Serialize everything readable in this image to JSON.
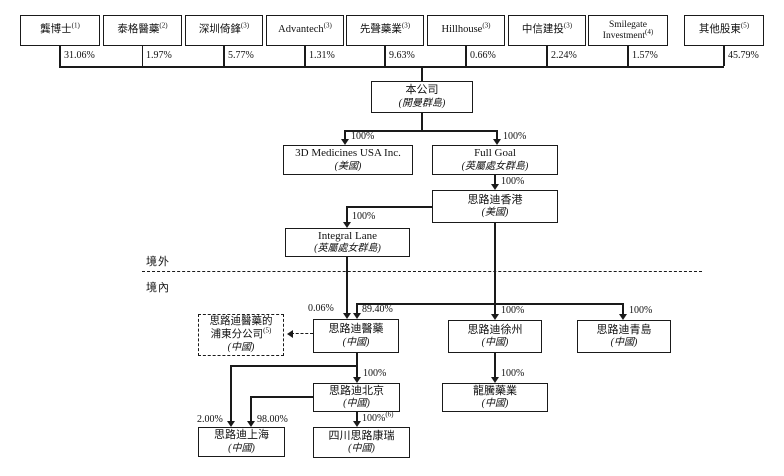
{
  "shareholders": [
    {
      "name": "龔博士",
      "sup": "(1)",
      "pct": "31.06%"
    },
    {
      "name": "泰格醫藥",
      "sup": "(2)",
      "pct": "1.97%"
    },
    {
      "name": "深圳倚鋒",
      "sup": "(3)",
      "pct": "5.77%"
    },
    {
      "name": "Advantech",
      "sup": "(3)",
      "pct": "1.31%"
    },
    {
      "name": "先聲藥業",
      "sup": "(3)",
      "pct": "9.63%"
    },
    {
      "name": "Hillhouse",
      "sup": "(3)",
      "pct": "0.66%"
    },
    {
      "name": "中信建投",
      "sup": "(3)",
      "pct": "2.24%"
    },
    {
      "name": "Smilegate Investment",
      "sup": "(4)",
      "pct": "1.57%"
    },
    {
      "name": "其他股東",
      "sup": "(5)",
      "pct": "45.79%"
    }
  ],
  "companies": {
    "parent": {
      "name": "本公司",
      "place": "(開曼群島)"
    },
    "usa": {
      "name": "3D Medicines USA Inc.",
      "place": "(美國)"
    },
    "fullgoal": {
      "name": "Full Goal",
      "place": "(英屬處女群島)"
    },
    "hongkong": {
      "name": "思路迪香港",
      "place": "(美國)"
    },
    "integral": {
      "name": "Integral Lane",
      "place": "(英屬處女群島)"
    },
    "pudong": {
      "line1": "思路迪醫藥的",
      "line2": "浦東分公司",
      "sup": "(5)",
      "place": "(中國)"
    },
    "medicines": {
      "name": "思路迪醫藥",
      "place": "(中國)"
    },
    "xuzhou": {
      "name": "思路迪徐州",
      "place": "(中國)"
    },
    "qingdao": {
      "name": "思路迪青島",
      "place": "(中國)"
    },
    "beijing": {
      "name": "思路迪北京",
      "place": "(中國)"
    },
    "longteng": {
      "name": "龍騰藥業",
      "place": "(中國)"
    },
    "shanghai": {
      "name": "思路迪上海",
      "place": "(中國)"
    },
    "kangrui": {
      "name": "四川思路康瑞",
      "place": "(中國)"
    }
  },
  "regions": {
    "offshore": "境外",
    "onshore": "境內"
  },
  "edges": {
    "parent_usa": "100%",
    "parent_fullgoal": "100%",
    "fullgoal_hk": "100%",
    "hk_integral": "100%",
    "integral_medicines": "0.06%",
    "hk_medicines": "89.40%",
    "hk_xuzhou": "100%",
    "hk_qingdao": "100%",
    "medicines_beijing": "100%",
    "medicines_shanghai": "2.00%",
    "beijing_shanghai": "98.00%",
    "beijing_kangrui": "100%",
    "beijing_kangrui_sup": "(6)",
    "xuzhou_longteng": "100%"
  },
  "colors": {
    "line": "#1a1a1a",
    "background": "#ffffff",
    "text": "#111111"
  }
}
